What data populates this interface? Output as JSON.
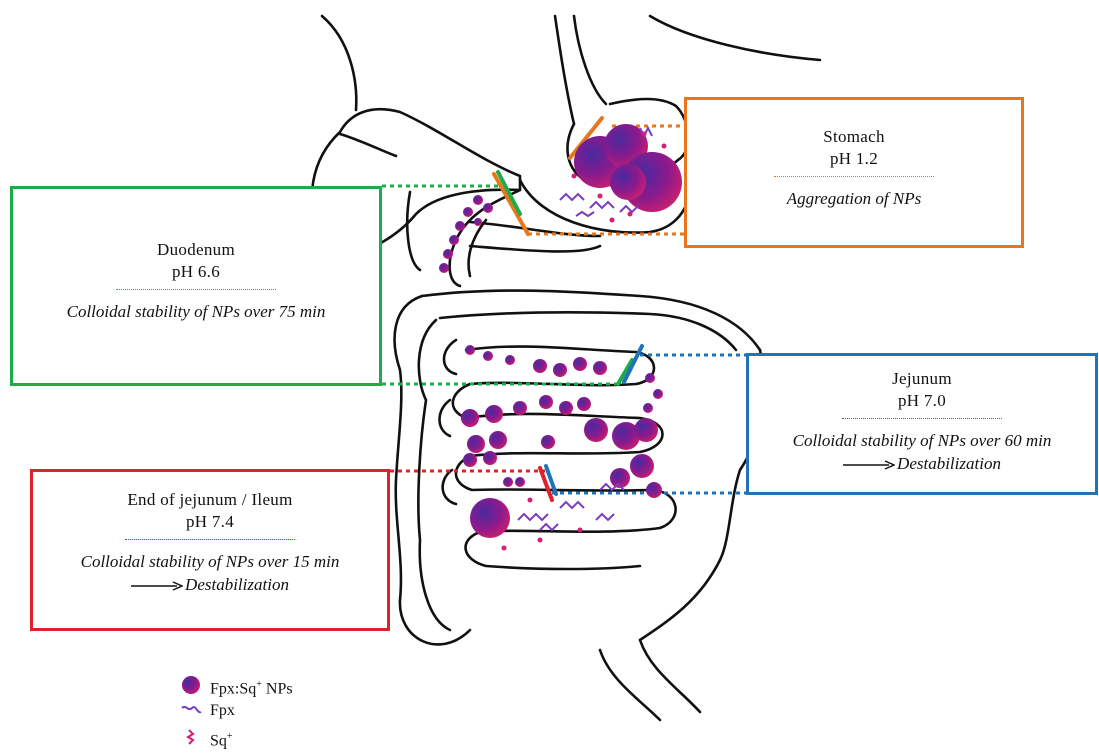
{
  "colors": {
    "stomach": "#e8761f",
    "duodenum": "#1eac4a",
    "jejunum": "#1f73b8",
    "ileum": "#e0202a",
    "nanoparticle": "#7a1a8a",
    "fpx": "#7a3cc0",
    "sq": "#d41e78"
  },
  "regions": {
    "stomach": {
      "title": "Stomach",
      "ph": "pH 1.2",
      "desc": "Aggregation of NPs"
    },
    "duodenum": {
      "title": "Duodenum",
      "ph": "pH 6.6",
      "desc": "Colloidal stability of  NPs over 75 min"
    },
    "jejunum": {
      "title": "Jejunum",
      "ph": "pH 7.0",
      "desc": "Colloidal stability of  NPs over 60 min",
      "outcome": "Destabilization"
    },
    "ileum": {
      "title": "End of jejunum / Ileum",
      "ph": "pH 7.4",
      "desc": "Colloidal stability of NPs over 15 min",
      "outcome": "Destabilization"
    }
  },
  "legend": {
    "nps_label": "Fpx:Sq",
    "nps_sup": "+",
    "nps_suffix": " NPs",
    "fpx_label": "Fpx",
    "sq_label": "Sq",
    "sq_sup": "+"
  }
}
